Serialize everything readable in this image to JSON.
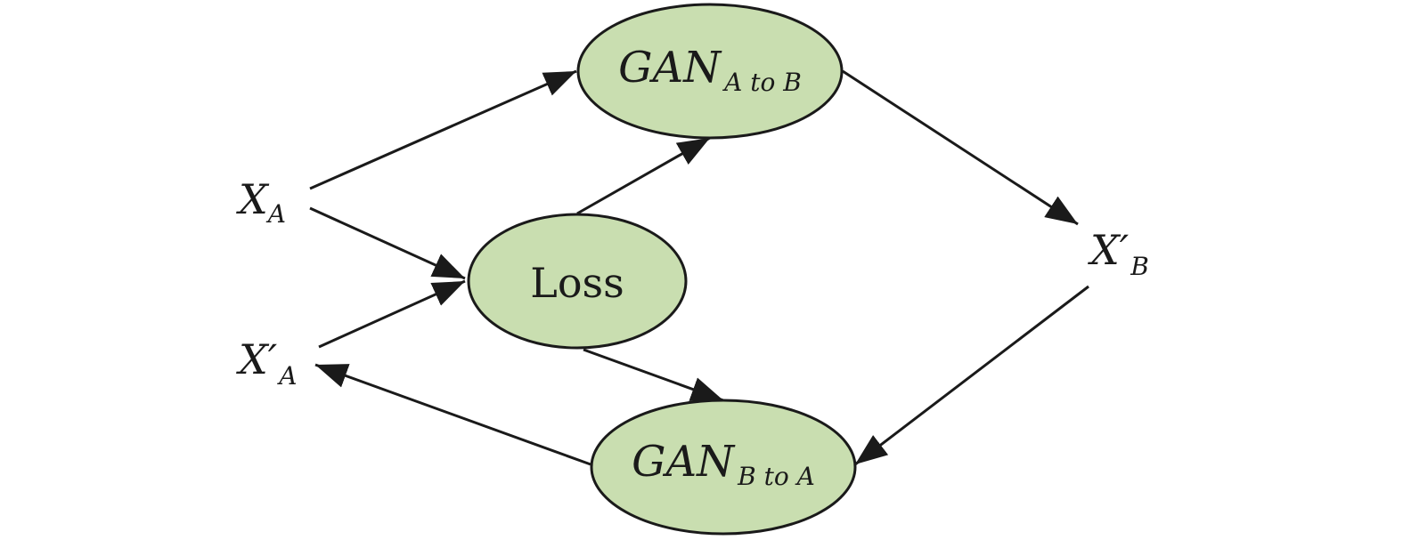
{
  "colors": {
    "node_fill": "#c9deb0",
    "stroke": "#1a1a1a",
    "background": "#ffffff"
  },
  "nodes": {
    "gan_a_to_b": {
      "main": "GAN",
      "sub": "A to B"
    },
    "gan_b_to_a": {
      "main": "GAN",
      "sub": "B to A"
    },
    "loss": {
      "label": "Loss"
    }
  },
  "variables": {
    "x_a": {
      "main": "X",
      "sub": "A"
    },
    "x_a_prime": {
      "main": "X′",
      "sub": "A"
    },
    "x_b_prime": {
      "main": "X′",
      "sub": "B"
    }
  },
  "edges": [
    {
      "from": "x_a",
      "to": "gan_a_to_b"
    },
    {
      "from": "x_a",
      "to": "loss"
    },
    {
      "from": "x_a_prime",
      "to": "loss"
    },
    {
      "from": "loss",
      "to": "gan_a_to_b"
    },
    {
      "from": "loss",
      "to": "gan_b_to_a"
    },
    {
      "from": "gan_a_to_b",
      "to": "x_b_prime"
    },
    {
      "from": "x_b_prime",
      "to": "gan_b_to_a"
    },
    {
      "from": "gan_b_to_a",
      "to": "x_a_prime"
    }
  ]
}
